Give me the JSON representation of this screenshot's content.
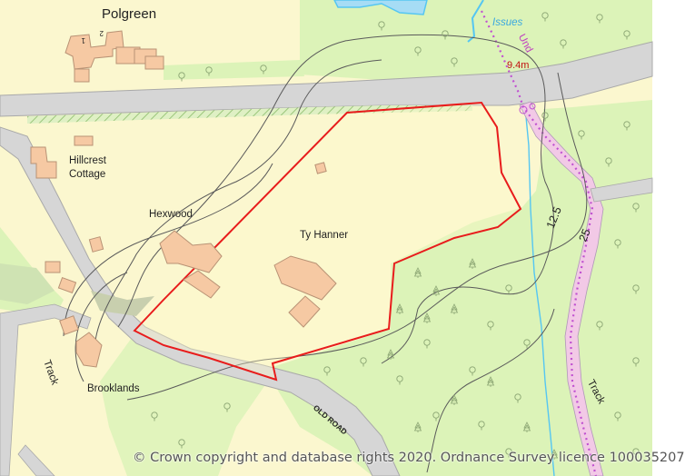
{
  "labels": {
    "polgreen": "Polgreen",
    "hillcrest_line1": "Hillcrest",
    "hillcrest_line2": "Cottage",
    "hexwood": "Hexwood",
    "ty_hanner": "Ty Hanner",
    "brooklands": "Brooklands",
    "track_left": "Track",
    "track_right": "Track",
    "old_road": "OLD ROAD",
    "issues": "Issues",
    "und": "Und",
    "spot_height": "9.4m",
    "contour_12_5": "12.5",
    "contour_25": "25",
    "house_no_1": "1",
    "house_no_2": "2"
  },
  "copyright": "© Crown copyright and database rights 2020. Ordnance Survey licence 100035207",
  "colors": {
    "residential": "#fbf7cf",
    "grass": "#dcf3b8",
    "building": "#f6c9a3",
    "building_stroke": "#b89275",
    "road": "#d6d6d6",
    "road_edge": "#a9a9a9",
    "water": "#55c6f2",
    "boundary": "#e81c1c",
    "contour": "#5a5a5a",
    "path_pink": "#c050d0",
    "track_fill": "#f2c9e6"
  },
  "icons": [
    "deciduous-tree-icon",
    "coniferous-tree-icon"
  ]
}
